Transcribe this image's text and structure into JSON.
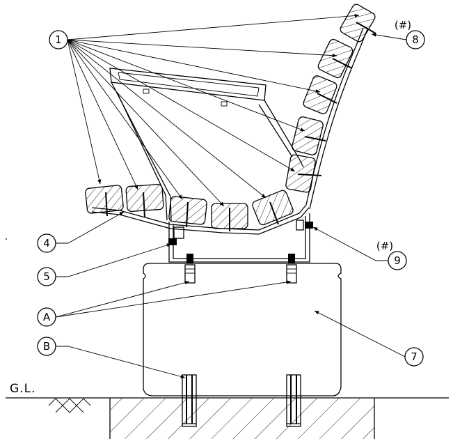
{
  "callouts": {
    "c1": "1",
    "c4": "4",
    "c5": "5",
    "c7": "7",
    "c8": "8",
    "c9": "9",
    "cA": "A",
    "cB": "B"
  },
  "marks": {
    "m8": "(#)",
    "m9": "(#)"
  },
  "ground_label": "G.L."
}
